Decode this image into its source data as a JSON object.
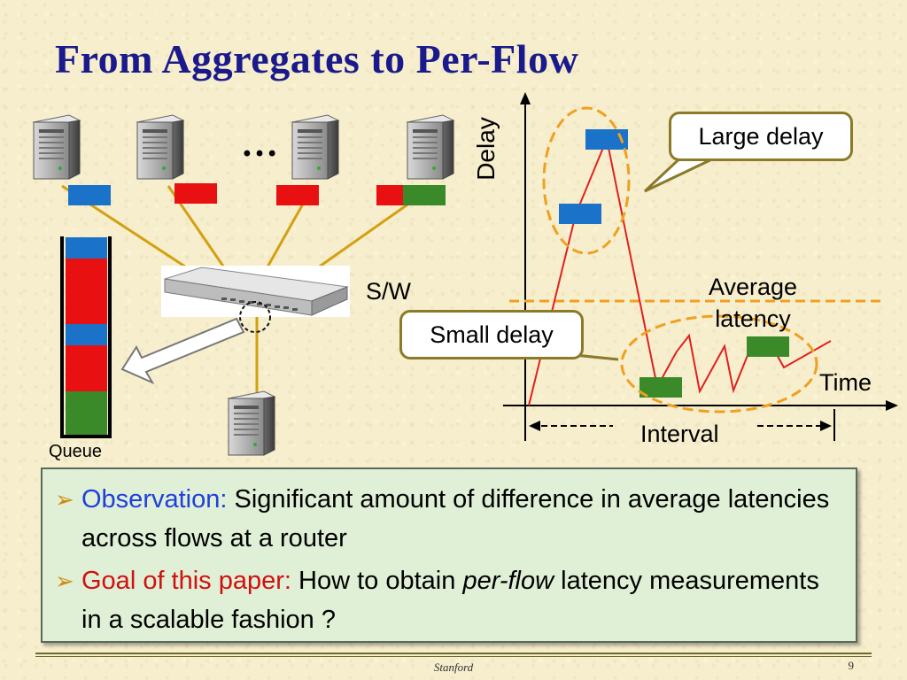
{
  "slide": {
    "title": "From Aggregates to Per-Flow",
    "ellipsis": "…",
    "switch_label": "S/W",
    "queue_label": "Queue",
    "delay_axis_label": "Delay",
    "time_axis_label": "Time",
    "interval_label": "Interval",
    "average_latency_line1": "Average",
    "average_latency_line2": "latency",
    "callout_large": "Large delay",
    "callout_small": "Small delay",
    "bullets": [
      {
        "head": "Observation:",
        "text": "Significant amount of difference in average latencies across flows at a router"
      },
      {
        "head": "Goal of this paper:",
        "text_before": "How to obtain",
        "emphasis": "per-flow",
        "text_after": "latency measurements in a scalable fashion ?"
      }
    ],
    "footer": "Stanford",
    "page_number": "9"
  },
  "colors": {
    "title": "#1a1a8c",
    "packet_blue": "#1a73c8",
    "packet_red": "#e81010",
    "packet_green": "#3a8a2a",
    "delay_line": "#e02020",
    "highlight_orange": "#f0a020",
    "link_gold": "#d4a010",
    "callout_border": "#8a7a2a",
    "box_fill": "#dff0d6"
  },
  "icons": [
    "server-icon",
    "switch-icon",
    "arrow-icon"
  ]
}
